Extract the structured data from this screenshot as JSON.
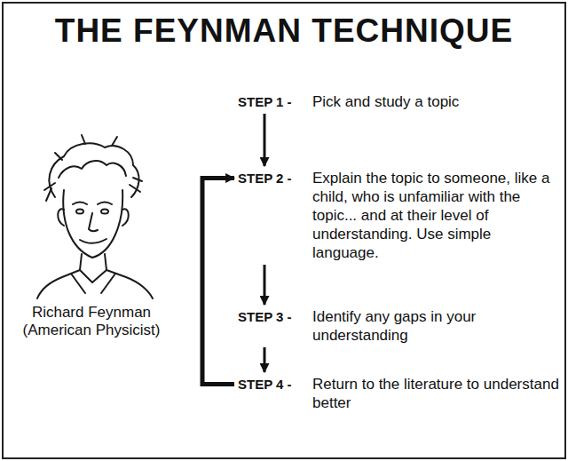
{
  "diagram": {
    "title": "THE FEYNMAN TECHNIQUE",
    "nodes": [
      {
        "text": [
          "STEP 1 -",
          "Pick and study a topic"
        ]
      },
      {
        "text": [
          "STEP 2 -",
          "Explain the topic to someone, like a child, who is unfamiliar with the topic... and at their level of understanding. Use simple language."
        ]
      },
      {
        "text": [
          "STEP 3 -",
          "Identify any gaps in your understanding"
        ]
      },
      {
        "text": [
          "STEP 4 -",
          "Return to the literature to understand better"
        ]
      }
    ],
    "edges": [
      {
        "from": 0,
        "to": 1,
        "arrow": "to"
      },
      {
        "from": 1,
        "to": 2,
        "arrow": "to"
      },
      {
        "from": 2,
        "to": 3,
        "arrow": "to"
      },
      {
        "from": 3,
        "to": 1,
        "arrow": "to"
      }
    ],
    "labels": [
      "Richard Feynman (American Physicist)"
    ]
  }
}
